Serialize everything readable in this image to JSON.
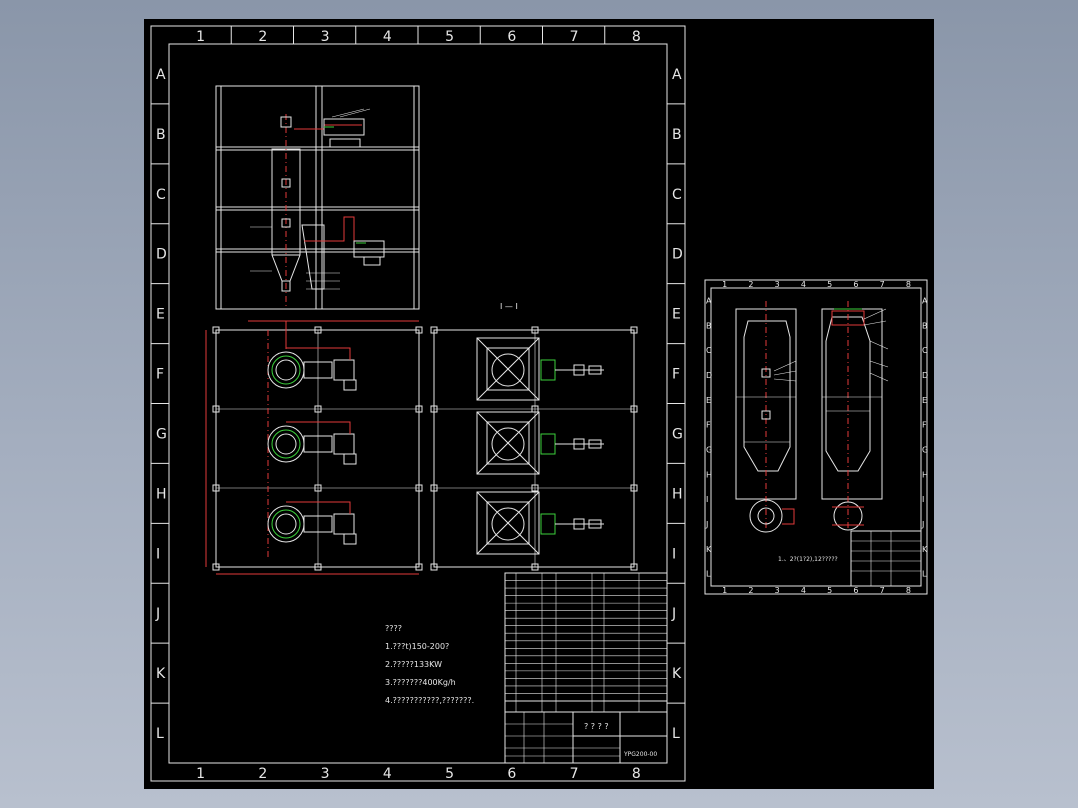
{
  "drawing": {
    "columns": [
      "1",
      "2",
      "3",
      "4",
      "5",
      "6",
      "7",
      "8"
    ],
    "rows": [
      "A",
      "B",
      "C",
      "D",
      "E",
      "F",
      "G",
      "H",
      "I",
      "J",
      "K",
      "L"
    ],
    "section_label": "Ⅰ — Ⅰ",
    "notes": {
      "heading": "????",
      "lines": [
        "1.???t)150-200?",
        "2.?????133KW",
        "3.???????400Kg/h",
        "4.???????????,???????."
      ]
    },
    "title_block": {
      "title": "? ? ? ?",
      "drawing_no": "YPG200-00"
    },
    "bom_rows": 17
  },
  "detail_sheet": {
    "columns": [
      "1",
      "2",
      "3",
      "4",
      "5",
      "6",
      "7",
      "8"
    ],
    "rows": [
      "A",
      "B",
      "C",
      "D",
      "E",
      "F",
      "G",
      "H",
      "I",
      "J",
      "K",
      "L"
    ],
    "caption": "1.、2?(1?2),12?????"
  },
  "colors": {
    "background": "#000000",
    "line_white": "#e6e6e6",
    "line_red": "#e23a3a",
    "line_green": "#3ccf3c",
    "app_bg": "#9aa5b6"
  }
}
